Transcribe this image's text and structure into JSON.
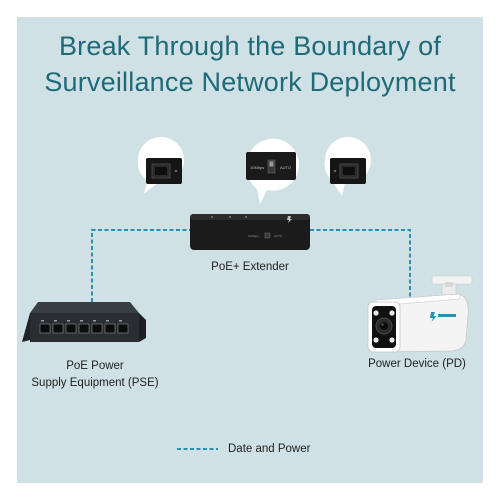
{
  "title": {
    "line1": "Break Through the Boundary of",
    "line2": "Surveillance Network Deployment"
  },
  "devices": {
    "extender": {
      "label": "PoE+ Extender",
      "port_left": "10Mbps",
      "port_right": "AUTO"
    },
    "pse": {
      "label_line1": "PoE Power",
      "label_line2": "Supply Equipment (PSE)"
    },
    "pd": {
      "label": "Power Device (PD)"
    }
  },
  "bubbles": {
    "middle_left": "10Mbps",
    "middle_right": "AUTO"
  },
  "legend": {
    "label": "Date and Power"
  },
  "colors": {
    "panel_bg": "#cfe1e5",
    "title": "#1f6a78",
    "line": "#2a8fb2"
  }
}
